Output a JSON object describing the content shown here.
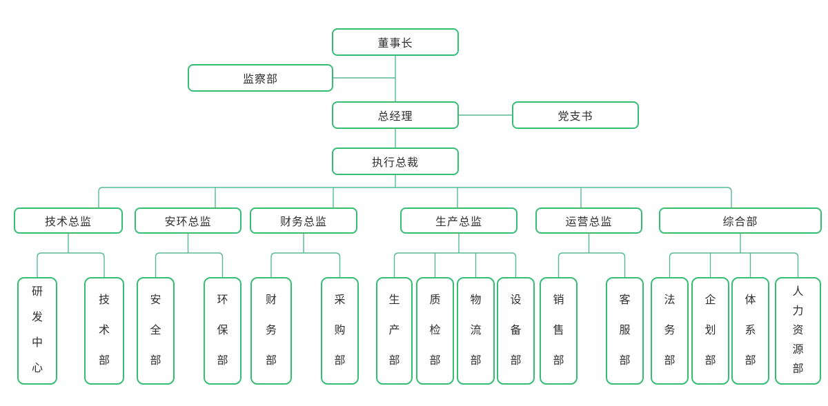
{
  "org": {
    "chairman": {
      "label": "董事长"
    },
    "supervision_dept": {
      "label": "监察部"
    },
    "general_manager": {
      "label": "总经理"
    },
    "party_secretary": {
      "label": "党支书"
    },
    "executive_president": {
      "label": "执行总裁"
    },
    "directors": [
      {
        "label": "技术总监",
        "children": [
          {
            "label": "研发中心"
          },
          {
            "label": "技术部"
          }
        ]
      },
      {
        "label": "安环总监",
        "children": [
          {
            "label": "安全部"
          },
          {
            "label": "环保部"
          }
        ]
      },
      {
        "label": "财务总监",
        "children": [
          {
            "label": "财务部"
          },
          {
            "label": "采购部"
          }
        ]
      },
      {
        "label": "生产总监",
        "children": [
          {
            "label": "生产部"
          },
          {
            "label": "质检部"
          },
          {
            "label": "物流部"
          },
          {
            "label": "设备部"
          }
        ]
      },
      {
        "label": "运营总监",
        "children": [
          {
            "label": "销售部"
          },
          {
            "label": "客服部"
          }
        ]
      },
      {
        "label": "综合部",
        "children": [
          {
            "label": "法务部"
          },
          {
            "label": "企划部"
          },
          {
            "label": "体系部"
          },
          {
            "label": "人力资源部"
          }
        ]
      }
    ]
  },
  "colors": {
    "node_border": "#35bd73",
    "connector": "#56b893",
    "text": "#2f2f2f",
    "background": "#ffffff"
  }
}
